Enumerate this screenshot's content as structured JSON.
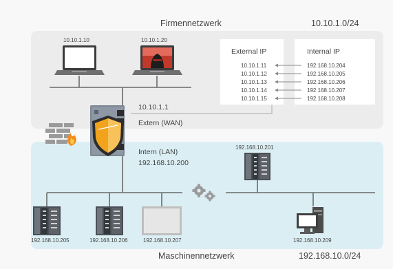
{
  "networks": {
    "company": {
      "name": "Firmennetzwerk",
      "subnet": "10.10.1.0/24"
    },
    "machine": {
      "name": "Maschinennetzwerk",
      "subnet": "192.168.10.0/24"
    }
  },
  "company_devices": [
    {
      "ip": "10.10.1.10",
      "type": "laptop",
      "icon": "laptop-icon"
    },
    {
      "ip": "10.10.1.20",
      "type": "laptop-attacker",
      "icon": "hacker-laptop-icon"
    }
  ],
  "nat_table": {
    "external_header": "External IP",
    "internal_header": "Internal IP",
    "rows": [
      {
        "external": "10.10.1.11",
        "internal": "192.168.10.204"
      },
      {
        "external": "10.10.1.12",
        "internal": "192.168.10.205"
      },
      {
        "external": "10.10.1.13",
        "internal": "192.168.10.206"
      },
      {
        "external": "10.10.1.14",
        "internal": "192.168.10.207"
      },
      {
        "external": "10.10.1.15",
        "internal": "192.168.10.208"
      }
    ]
  },
  "router": {
    "wan_ip": "10.10.1.1",
    "wan_label": "Extern (WAN)",
    "lan_label": "Intern (LAN)",
    "lan_ip": "192.168.10.200"
  },
  "machine_devices": [
    {
      "ip": "192.168.10.205",
      "type": "plc"
    },
    {
      "ip": "192.168.10.206",
      "type": "plc"
    },
    {
      "ip": "192.168.10.207",
      "type": "panel"
    },
    {
      "ip": "192.168.10.201",
      "type": "plc"
    },
    {
      "ip": "192.168.10.209",
      "type": "pc"
    }
  ],
  "icons": [
    "firewall-icon",
    "gears-icon",
    "shield-icon",
    "arrow-left-icon"
  ],
  "colors": {
    "company_zone": "#ececec",
    "machine_zone": "#dbeef3",
    "shield": "#f2a31c",
    "attacker_screen": "#c0392b"
  }
}
